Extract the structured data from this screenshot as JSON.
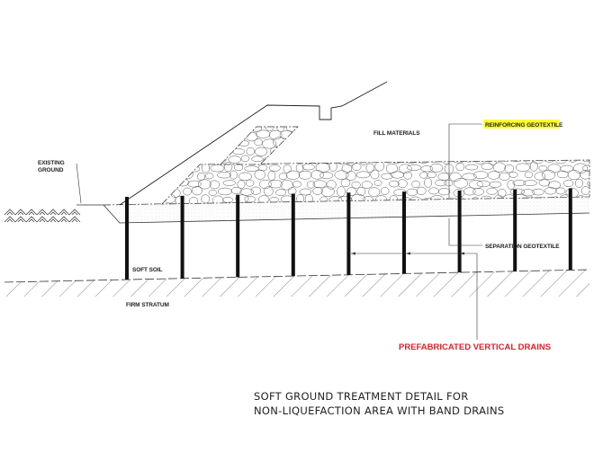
{
  "diagram": {
    "labels": {
      "existing_ground_1": "EXISTING",
      "existing_ground_2": "GROUND",
      "fill_materials": "FILL MATERIALS",
      "reinforcing_geotextile": "REINFORCING GEOTEXTILE",
      "separation_geotextile": "SEPARATION GEOTEXTILE",
      "soft_soil": "SOFT SOIL",
      "firm_stratum": "FIRM STRATUM",
      "vertical_drains": "PREFABRICATED VERTICAL DRAINS"
    },
    "title_line_1": "SOFT GROUND TREATMENT DETAIL FOR",
    "title_line_2": "NON-LIQUEFACTION AREA WITH BAND DRAINS",
    "drain_count": 9,
    "colors": {
      "highlight": "#ffff33",
      "drain_label": "#e0202a",
      "line": "#222222"
    }
  }
}
